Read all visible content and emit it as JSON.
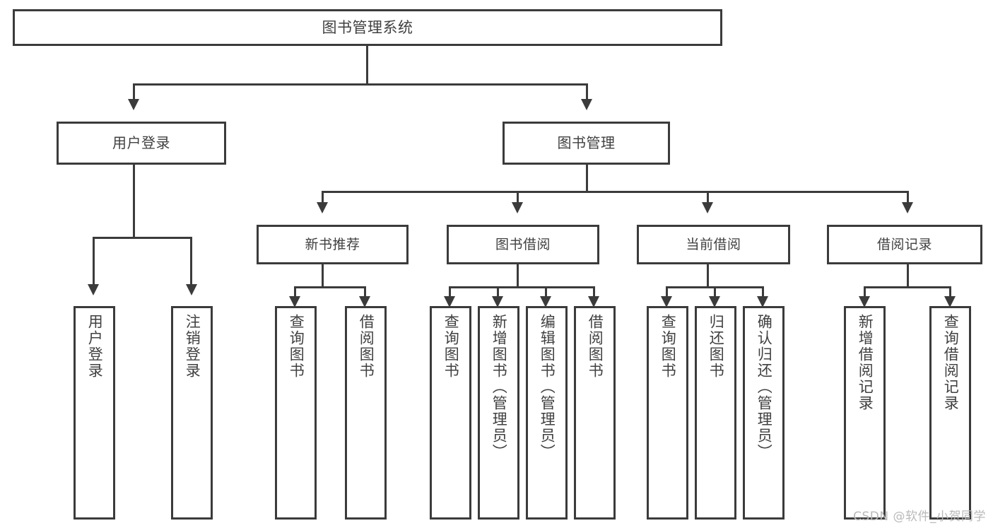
{
  "diagram": {
    "type": "tree-hierarchy",
    "title": "图书管理系统",
    "root": {
      "id": "root",
      "label": "图书管理系统"
    },
    "level2": [
      {
        "id": "user-login",
        "label": "用户登录"
      },
      {
        "id": "book-management",
        "label": "图书管理"
      }
    ],
    "level3": [
      {
        "id": "new-book-recommend",
        "label": "新书推荐",
        "parent": "book-management"
      },
      {
        "id": "book-borrow",
        "label": "图书借阅",
        "parent": "book-management"
      },
      {
        "id": "current-borrow",
        "label": "当前借阅",
        "parent": "book-management"
      },
      {
        "id": "borrow-record",
        "label": "借阅记录",
        "parent": "book-management"
      }
    ],
    "leaves": {
      "user_login": [
        {
          "id": "leaf-user-login",
          "label": "用户登录"
        },
        {
          "id": "leaf-user-logout",
          "label": "注销登录"
        }
      ],
      "new_book_recommend": [
        {
          "id": "leaf-query-book-1",
          "label": "查询图书"
        },
        {
          "id": "leaf-borrow-book-1",
          "label": "借阅图书"
        }
      ],
      "book_borrow": [
        {
          "id": "leaf-query-book-2",
          "label": "查询图书"
        },
        {
          "id": "leaf-add-book",
          "label": "新增图书（管理员）"
        },
        {
          "id": "leaf-edit-book",
          "label": "编辑图书（管理员）"
        },
        {
          "id": "leaf-borrow-book-2",
          "label": "借阅图书"
        }
      ],
      "current_borrow": [
        {
          "id": "leaf-query-book-3",
          "label": "查询图书"
        },
        {
          "id": "leaf-return-book",
          "label": "归还图书"
        },
        {
          "id": "leaf-confirm-return",
          "label": "确认归还（管理员）"
        }
      ],
      "borrow_record": [
        {
          "id": "leaf-add-record",
          "label": "新增借阅记录"
        },
        {
          "id": "leaf-query-record",
          "label": "查询借阅记录"
        }
      ]
    }
  },
  "watermark": {
    "text": "CSDN @软件_小贺同学"
  },
  "colors": {
    "border": "#3b3b3b",
    "text": "#404040",
    "background": "#ffffff",
    "watermark": "#b9b9b9"
  }
}
